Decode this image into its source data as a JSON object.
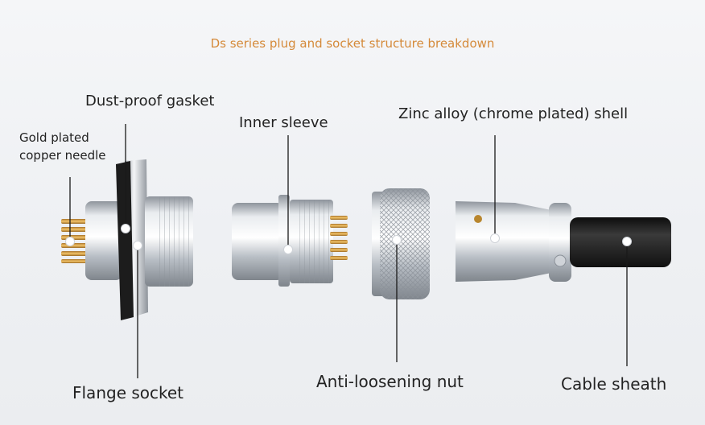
{
  "title": "Ds series plug and socket structure breakdown",
  "labels": {
    "gold_needle_line1": "Gold plated",
    "gold_needle_line2": "copper needle",
    "dust_gasket": "Dust-proof gasket",
    "inner_sleeve": "Inner sleeve",
    "shell": "Zinc alloy (chrome plated) shell",
    "flange_socket": "Flange socket",
    "nut": "Anti-loosening nut",
    "cable_sheath": "Cable sheath"
  }
}
